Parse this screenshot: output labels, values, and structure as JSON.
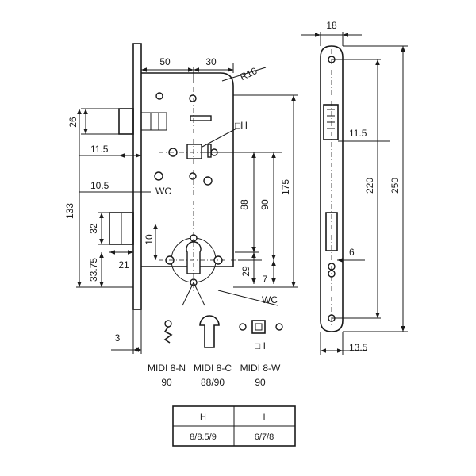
{
  "dimensions": {
    "d50": "50",
    "d30": "30",
    "r16": "R16",
    "d26": "26",
    "d11_5_left": "11.5",
    "d10_5": "10.5",
    "wc_top": "WC",
    "d133": "133",
    "d32": "32",
    "d21": "21",
    "d33_75": "33.75",
    "d10": "10",
    "d3": "3",
    "sq_h": "□H",
    "d88": "88",
    "d90": "90",
    "d175": "175",
    "d29": "29",
    "d7": "7",
    "wc_bottom": "WC",
    "d18": "18",
    "d11_5_right": "11.5",
    "d220": "220",
    "d250": "250",
    "d6": "6",
    "d13_5": "13.5",
    "sq_i": "□ I"
  },
  "variants": [
    {
      "name": "MIDI 8-N",
      "value": "90"
    },
    {
      "name": "MIDI 8-C",
      "value": "88/90"
    },
    {
      "name": "MIDI 8-W",
      "value": "90"
    }
  ],
  "table": {
    "headers": [
      "H",
      "I"
    ],
    "row": [
      "8/8.5/9",
      "6/7/8"
    ]
  }
}
